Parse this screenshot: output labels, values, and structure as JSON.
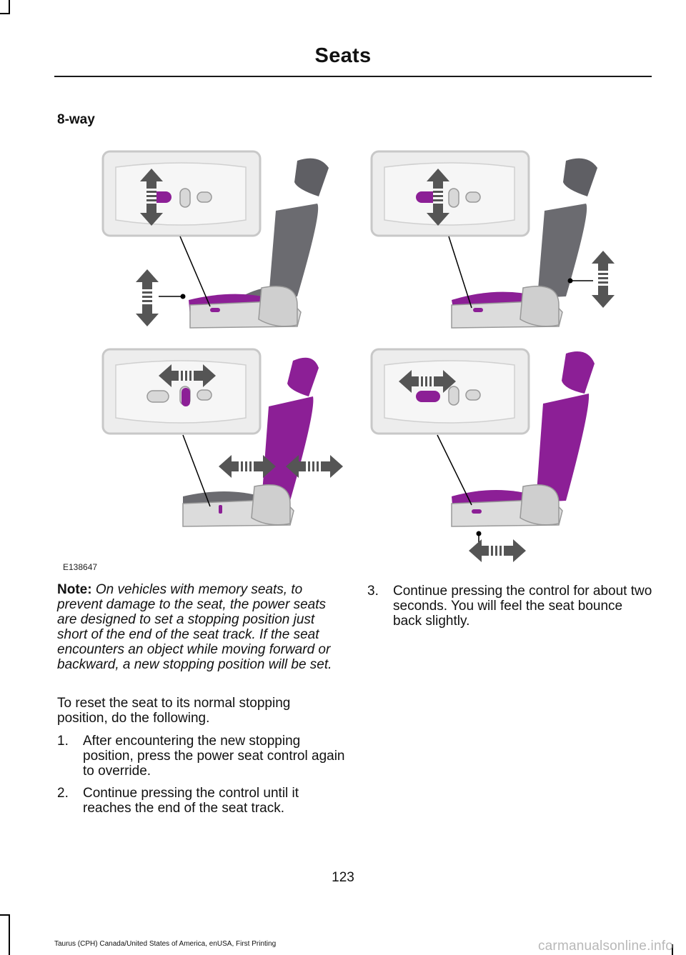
{
  "header": {
    "title": "Seats"
  },
  "section": {
    "heading": "8-way"
  },
  "figure": {
    "code": "E138647"
  },
  "colors": {
    "accent": "#8c1f96",
    "seat_gray": "#6b6b70",
    "panel": "#e6e6e6"
  },
  "note": {
    "label": "Note:",
    "text": "On vehicles with memory seats, to prevent damage to the seat, the power seats are designed to set a stopping position just short of the end of the seat track. If the seat encounters an object while moving forward or backward, a new stopping position will be set."
  },
  "body": {
    "intro": "To reset the seat to its normal stopping position, do the following."
  },
  "steps": [
    {
      "num": "1.",
      "text": "After encountering the new stopping position, press the power seat control again to override."
    },
    {
      "num": "2.",
      "text": "Continue pressing the control until it reaches the end of the seat track."
    },
    {
      "num": "3.",
      "text": "Continue pressing the control for about two seconds. You will feel the seat bounce back slightly."
    }
  ],
  "footer": {
    "page_number": "123",
    "doc_info": "Taurus (CPH) Canada/United States of America, enUSA, First Printing",
    "watermark": "carmanualsonline.info"
  }
}
